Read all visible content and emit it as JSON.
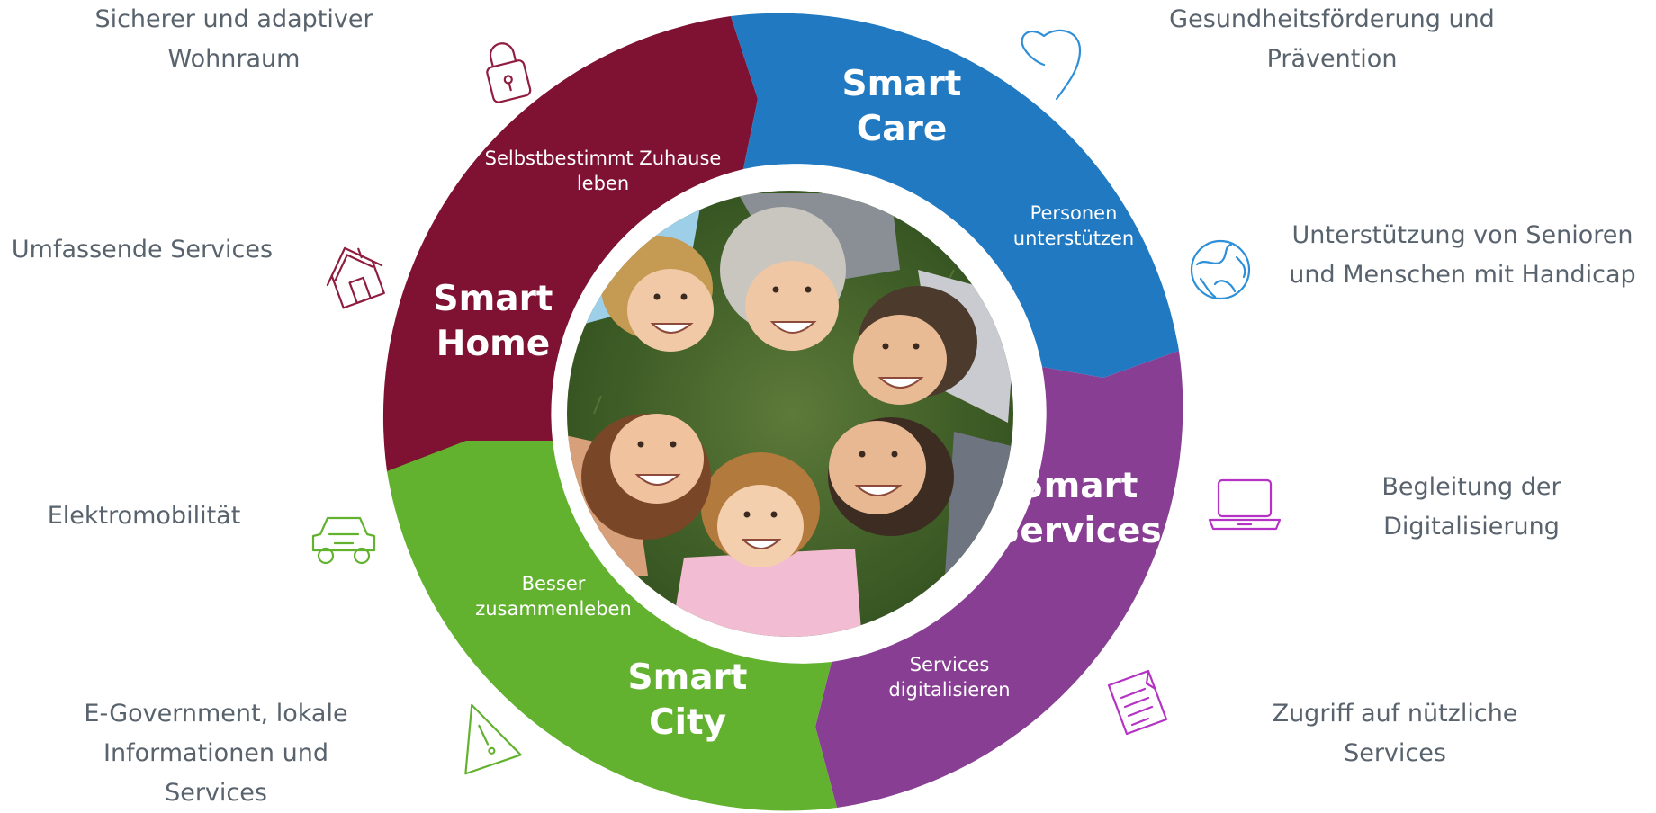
{
  "colors": {
    "smart_home": "#7f1233",
    "smart_care": "#2179c1",
    "smart_services": "#883f93",
    "smart_city": "#62b22f",
    "label_text": "#59636d",
    "icon_care": "#2d8fd8",
    "icon_services": "#b533c4",
    "icon_city": "#62b22f",
    "icon_home": "#8f1d3f"
  },
  "segments": [
    {
      "id": "smart_home",
      "title_lines": [
        "Smart",
        "Home"
      ],
      "subtitle_lines": [
        "Selbstbestimmt Zuhause",
        "leben"
      ],
      "icons": [
        "lock-icon",
        "house-icon"
      ],
      "outer_labels": [
        {
          "lines": [
            "Sicherer und adaptiver",
            "Wohnraum"
          ]
        },
        {
          "lines": [
            "Umfassende Services"
          ]
        }
      ]
    },
    {
      "id": "smart_care",
      "title_lines": [
        "Smart",
        "Care"
      ],
      "subtitle_lines": [
        "Personen",
        "unterstützen"
      ],
      "icons": [
        "heart-icon",
        "globe-icon"
      ],
      "outer_labels": [
        {
          "lines": [
            "Gesundheitsförderung und",
            "Prävention"
          ]
        },
        {
          "lines": [
            "Unterstützung von Senioren",
            "und Menschen mit Handicap"
          ]
        }
      ]
    },
    {
      "id": "smart_services",
      "title_lines": [
        "Smart",
        "Services"
      ],
      "subtitle_lines": [
        "Services",
        "digitalisieren"
      ],
      "icons": [
        "laptop-icon",
        "document-icon"
      ],
      "outer_labels": [
        {
          "lines": [
            "Begleitung der",
            "Digitalisierung"
          ]
        },
        {
          "lines": [
            "Zugriff auf nützliche",
            "Services"
          ]
        }
      ]
    },
    {
      "id": "smart_city",
      "title_lines": [
        "Smart",
        "City"
      ],
      "subtitle_lines": [
        "Besser",
        "zusammenleben"
      ],
      "icons": [
        "car-icon",
        "warning-icon"
      ],
      "outer_labels": [
        {
          "lines": [
            "Elektromobilität"
          ]
        },
        {
          "lines": [
            "E-Government, lokale",
            "Informationen und",
            "Services"
          ]
        }
      ]
    }
  ],
  "center_image": "family-photo"
}
